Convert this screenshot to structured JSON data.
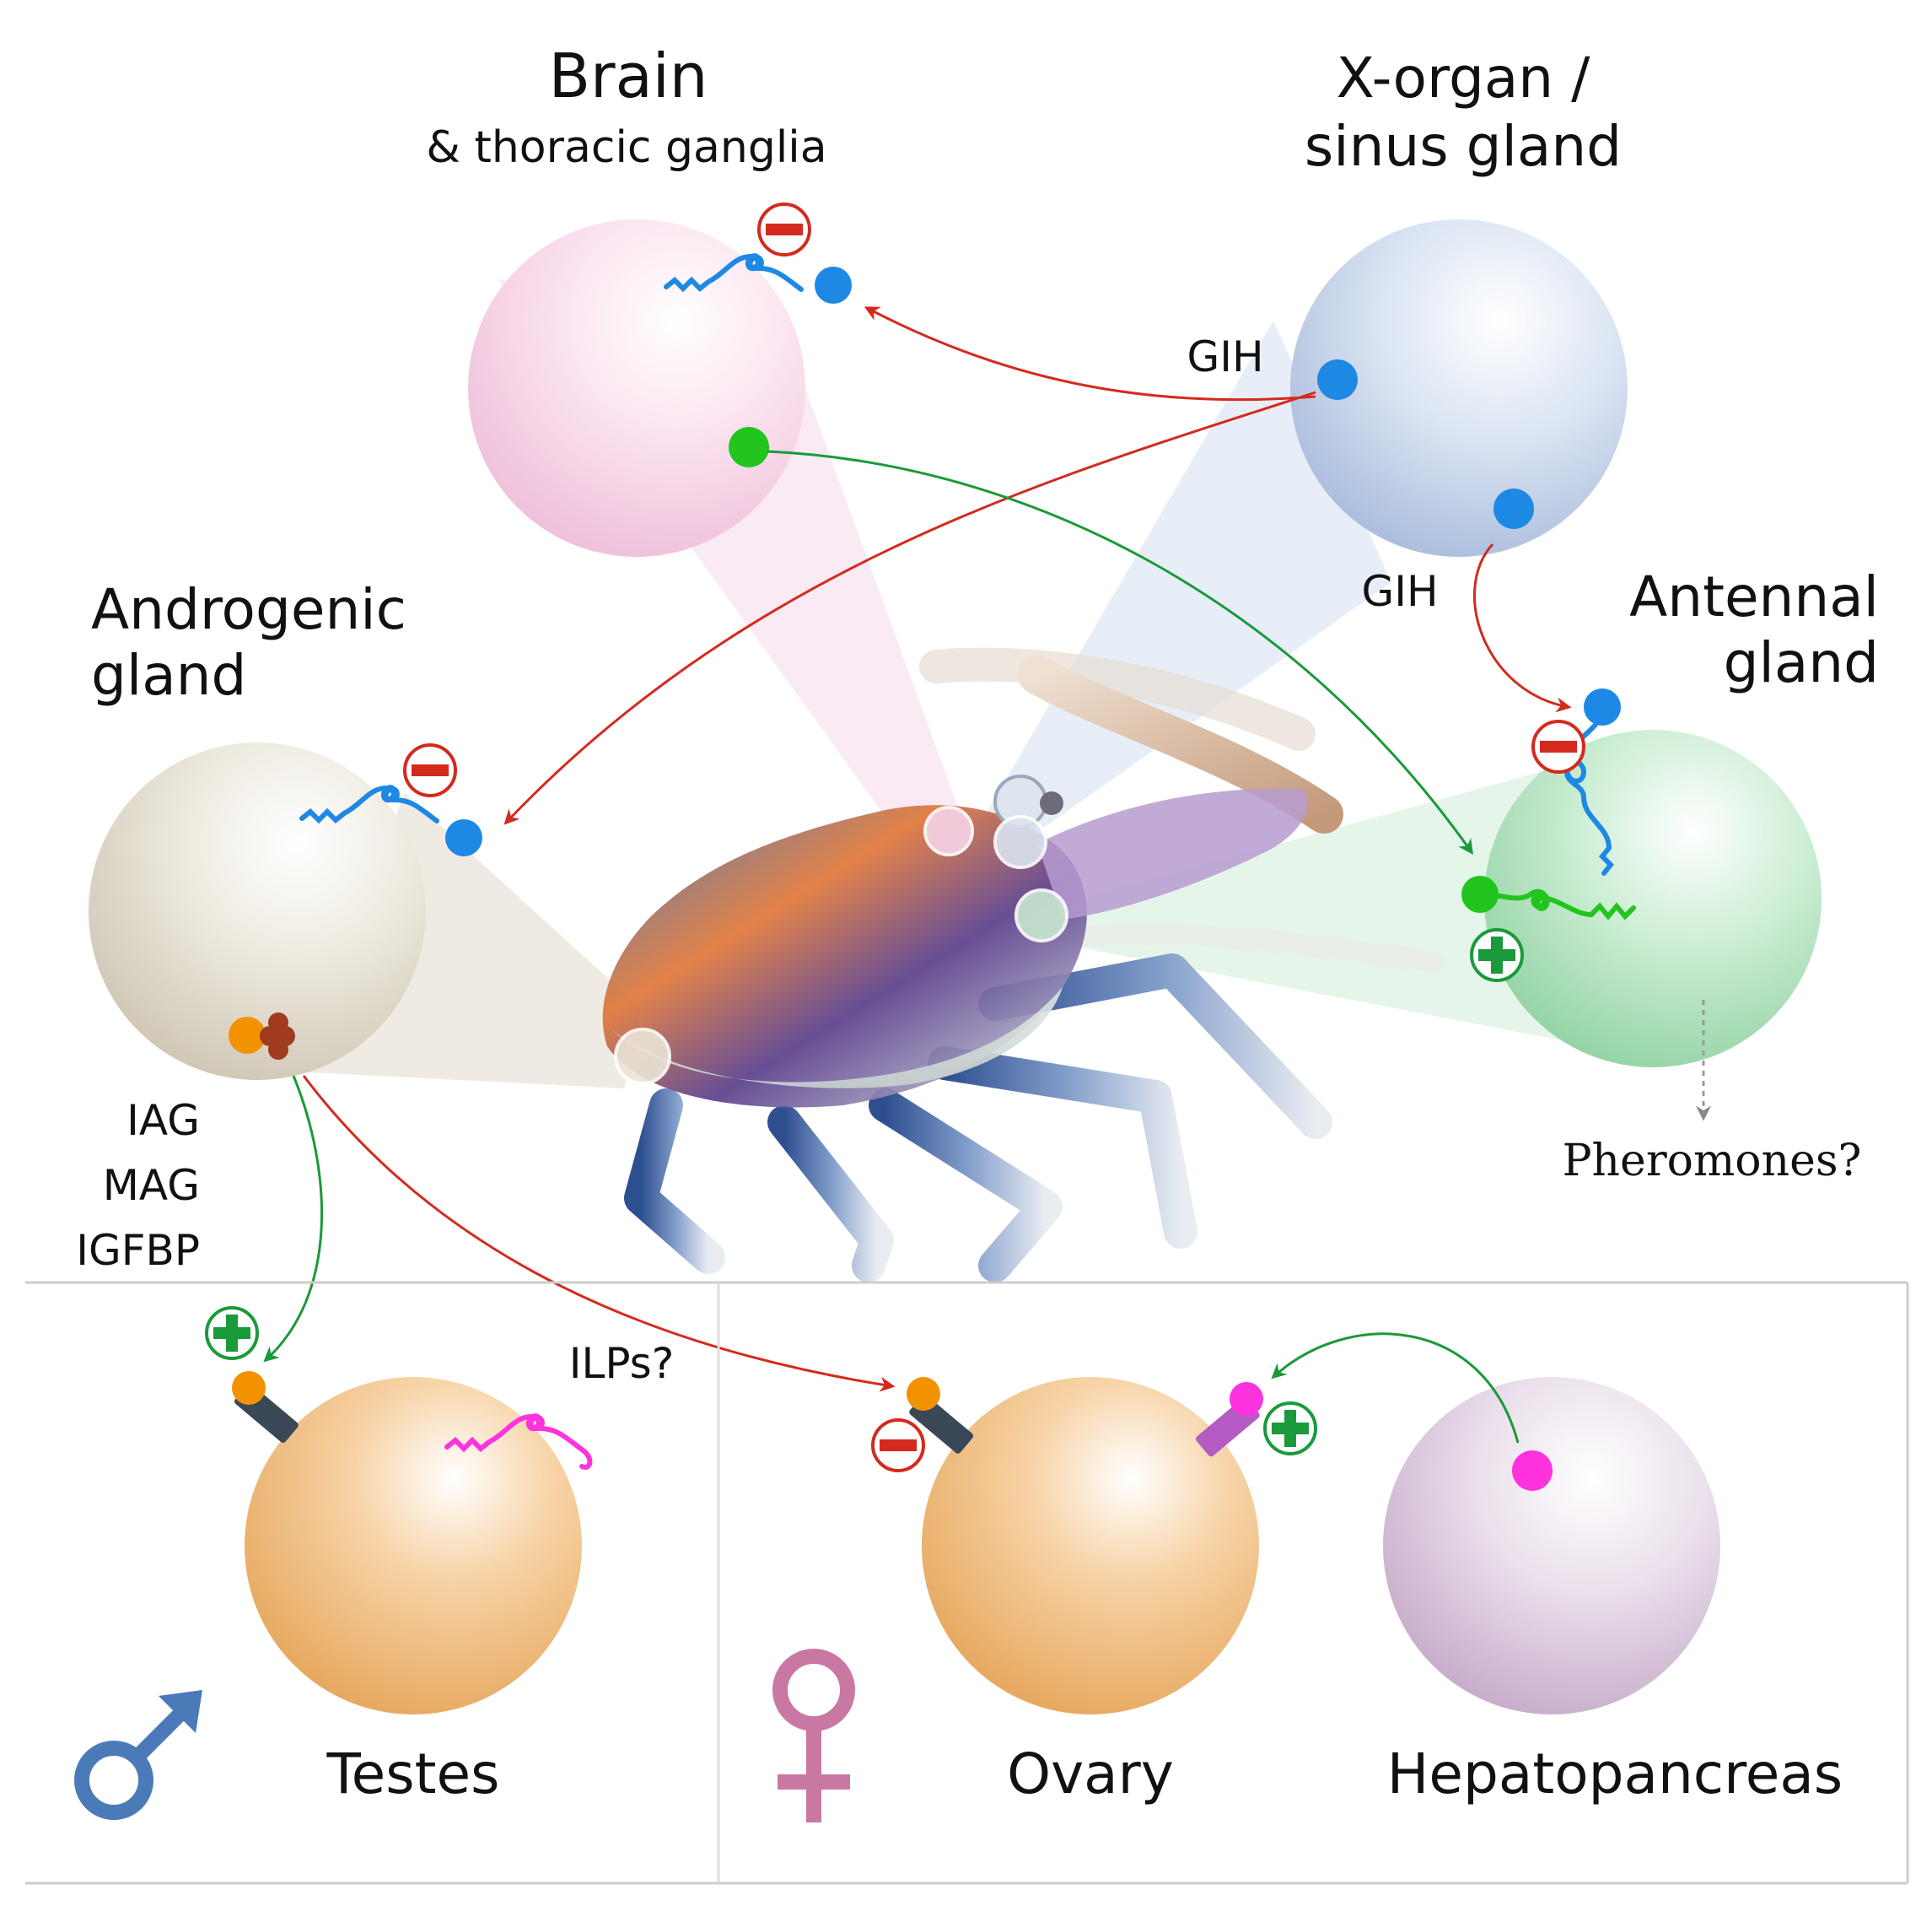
{
  "labels": {
    "brain_title": "Brain",
    "brain_subtitle": "& thoracic ganglia",
    "xorgan_line1": "X-organ /",
    "xorgan_line2": "sinus gland",
    "androgenic_line1": "Androgenic",
    "androgenic_line2": "gland",
    "antennal_line1": "Antennal",
    "antennal_line2": "gland",
    "gih_upper": "GIH",
    "gih_lower": "GIH",
    "iag": "IAG",
    "mag": "MAG",
    "igfbp": "IGFBP",
    "pheromones": "Pheromones?",
    "ilps": "ILPs?",
    "testes": "Testes",
    "ovary": "Ovary",
    "hepatopancreas": "Hepatopancreas"
  },
  "symbols": {
    "inhibition_sign": "minus",
    "stimulation_sign": "plus",
    "male_symbol": "male-symbol",
    "female_symbol": "female-symbol"
  },
  "colors": {
    "inhibitory_arrow": "#d42a1e",
    "stimulatory_arrow": "#1a9a3a",
    "gih_hormone": "#1e88e5",
    "brain_factor": "#22c41e",
    "iag_hormone": "#f39200",
    "ilp_hormone": "#ff33dd",
    "brain_sphere": "#f8d0e6",
    "xorgan_sphere": "#c4d3ec",
    "androgenic_sphere": "#e7e1d4",
    "antennal_sphere": "#bfe6c8",
    "gonad_sphere": "#f3bf82",
    "hepatopancreas_sphere": "#e2d3e4",
    "male_color": "#4a7bb8",
    "female_color": "#c978a4"
  }
}
